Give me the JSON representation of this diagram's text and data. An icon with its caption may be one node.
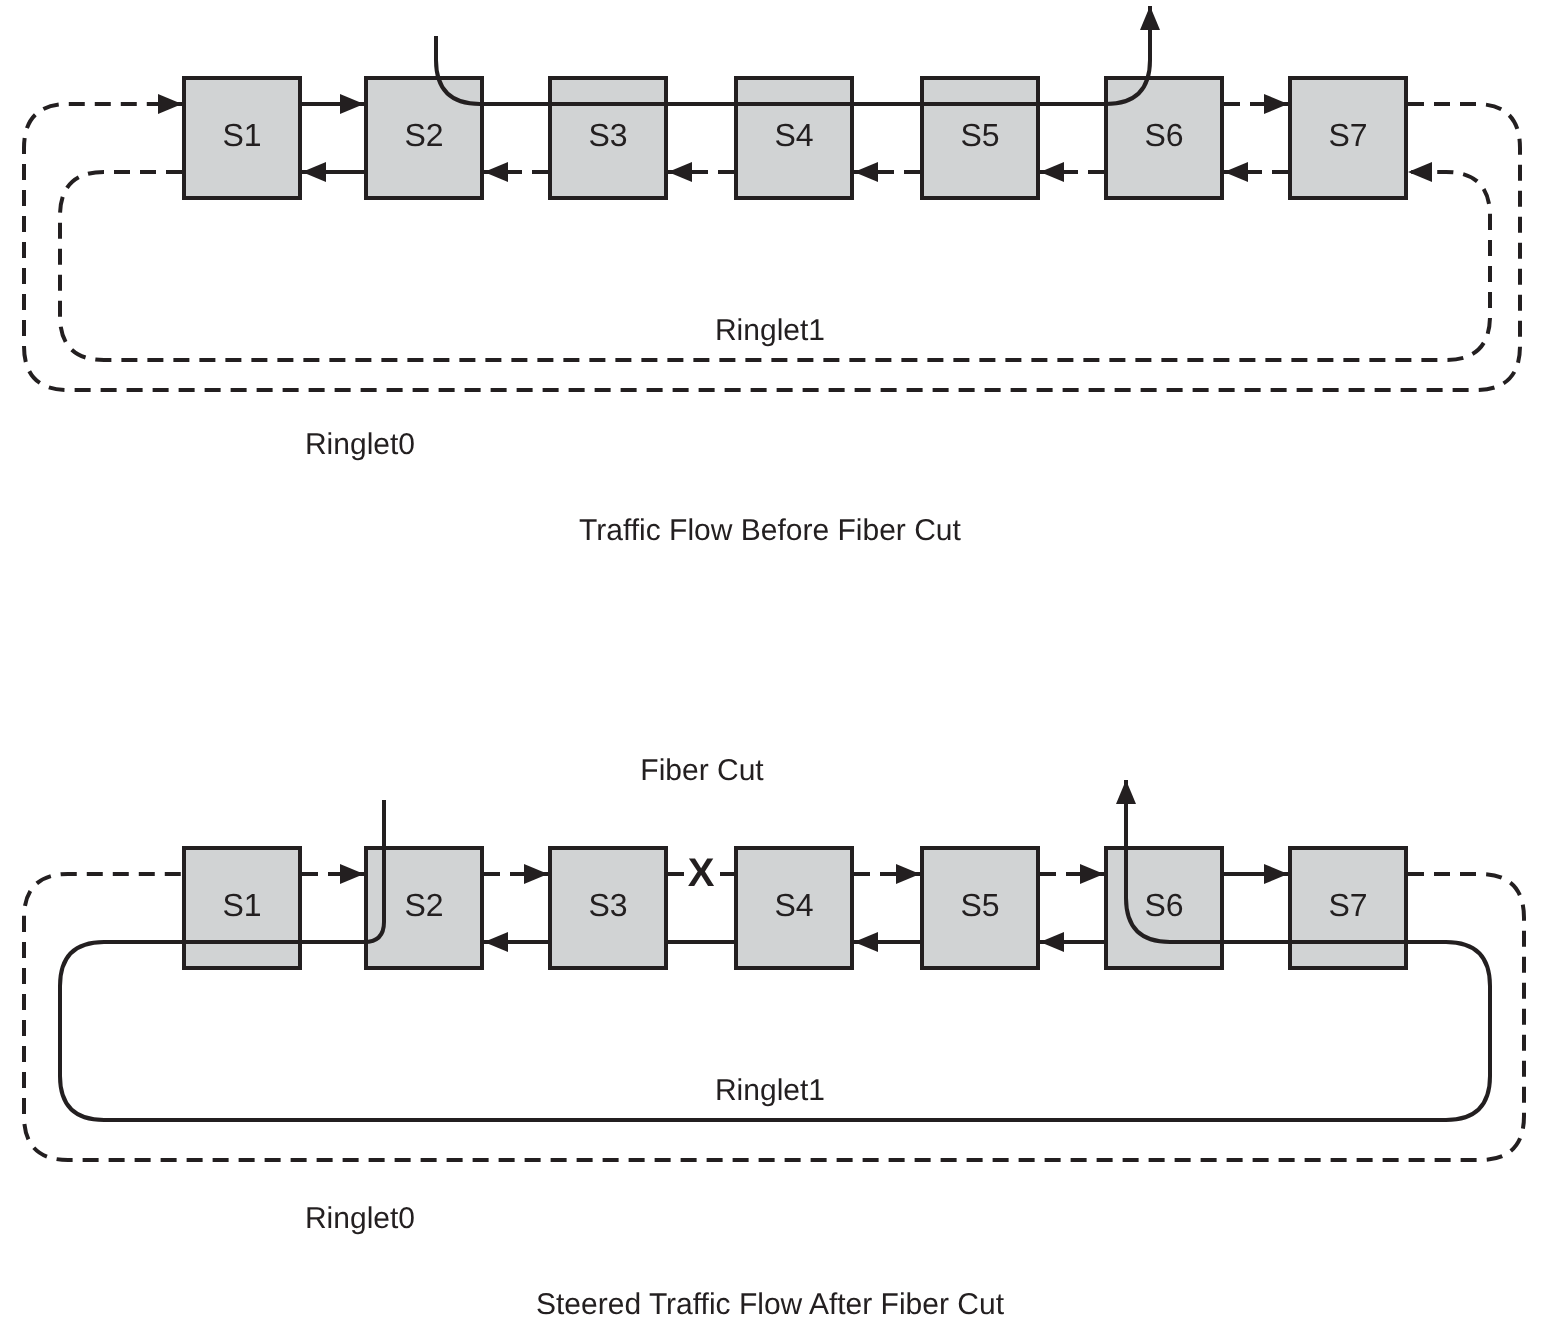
{
  "diagram": {
    "nodes": [
      {
        "text": [
          "S1"
        ]
      },
      {
        "text": [
          "S2"
        ]
      },
      {
        "text": [
          "S3"
        ]
      },
      {
        "text": [
          "S4"
        ]
      },
      {
        "text": [
          "S5"
        ]
      },
      {
        "text": [
          "S6"
        ]
      },
      {
        "text": [
          "S7"
        ]
      },
      {
        "text": [
          "S1"
        ]
      },
      {
        "text": [
          "S2"
        ]
      },
      {
        "text": [
          "S3"
        ]
      },
      {
        "text": [
          "S4"
        ]
      },
      {
        "text": [
          "S5"
        ]
      },
      {
        "text": [
          "S6"
        ]
      },
      {
        "text": [
          "S7"
        ]
      }
    ],
    "edges": [
      {
        "from": 0,
        "to": 1,
        "arrow": "to"
      },
      {
        "from": 5,
        "to": 6,
        "arrow": "to",
        "style": "dashed"
      },
      {
        "from": 6,
        "to": 0,
        "arrow": "to",
        "style": "dashed"
      },
      {
        "from": null,
        "to": 1,
        "arrow": "none"
      },
      {
        "from": 1,
        "to": 2,
        "arrow": "none"
      },
      {
        "from": 2,
        "to": 3,
        "arrow": "none"
      },
      {
        "from": 3,
        "to": 4,
        "arrow": "none"
      },
      {
        "from": 4,
        "to": 5,
        "arrow": "none"
      },
      {
        "from": 5,
        "to": null,
        "arrow": "to"
      },
      {
        "from": 1,
        "to": 0,
        "arrow": "to"
      },
      {
        "from": 2,
        "to": 1,
        "arrow": "to",
        "style": "dashed"
      },
      {
        "from": 3,
        "to": 2,
        "arrow": "to",
        "style": "dashed"
      },
      {
        "from": 4,
        "to": 3,
        "arrow": "to",
        "style": "dashed"
      },
      {
        "from": 5,
        "to": 4,
        "arrow": "to",
        "style": "dashed"
      },
      {
        "from": 6,
        "to": 5,
        "arrow": "to",
        "style": "dashed"
      },
      {
        "from": 0,
        "to": 6,
        "arrow": "to",
        "style": "dashed"
      },
      {
        "from": 13,
        "to": 7,
        "arrow": "none",
        "style": "dashed"
      },
      {
        "from": 7,
        "to": 8,
        "arrow": "to",
        "style": "dashed"
      },
      {
        "from": 8,
        "to": 9,
        "arrow": "to",
        "style": "dashed"
      },
      {
        "from": 9,
        "to": 10,
        "arrow": "none",
        "style": "dashed",
        "label": "X"
      },
      {
        "from": 10,
        "to": 11,
        "arrow": "to",
        "style": "dashed"
      },
      {
        "from": 11,
        "to": 12,
        "arrow": "to",
        "style": "dashed"
      },
      {
        "from": 12,
        "to": 13,
        "arrow": "to"
      },
      {
        "from": null,
        "to": 8,
        "arrow": "none"
      },
      {
        "from": 8,
        "to": 7,
        "arrow": "none"
      },
      {
        "from": 7,
        "to": 13,
        "arrow": "none"
      },
      {
        "from": 13,
        "to": 12,
        "arrow": "none"
      },
      {
        "from": 12,
        "to": null,
        "arrow": "to"
      },
      {
        "from": 9,
        "to": 8,
        "arrow": "to"
      },
      {
        "from": 10,
        "to": 9,
        "arrow": "none"
      },
      {
        "from": 11,
        "to": 10,
        "arrow": "to"
      },
      {
        "from": 12,
        "to": 11,
        "arrow": "to"
      }
    ],
    "labels": [
      "Ringlet1",
      "Ringlet0",
      "Traffic Flow Before Fiber Cut",
      "Fiber Cut",
      "Ringlet1",
      "Ringlet0",
      "Steered Traffic Flow After Fiber Cut"
    ]
  }
}
